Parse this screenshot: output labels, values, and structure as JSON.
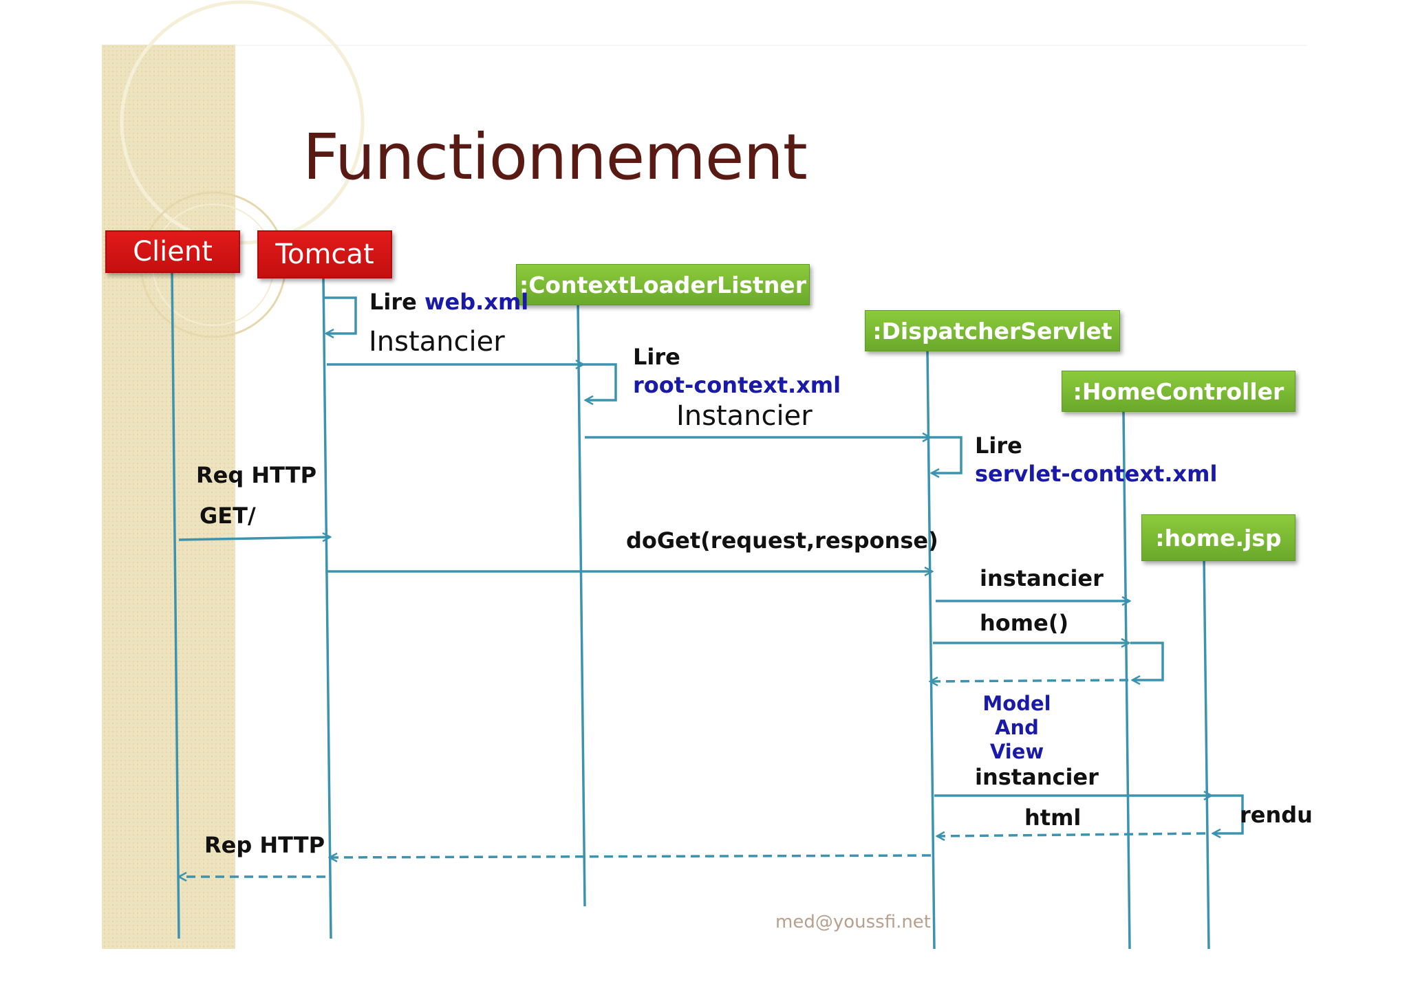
{
  "title": "Functionnement",
  "lifelines": {
    "client": "Client",
    "tomcat": "Tomcat",
    "context_loader": ":ContextLoaderListner",
    "dispatcher": ":DispatcherServlet",
    "home_controller": ":HomeController",
    "home_jsp": ":home.jsp"
  },
  "messages": {
    "lire1": "Lire",
    "web_xml": "web.xml",
    "instancier1": "Instancier",
    "lire2": "Lire",
    "root_context": "root-context.xml",
    "instancier2": "Instancier",
    "lire3": "Lire",
    "servlet_context": "servlet-context.xml",
    "req_http": "Req HTTP",
    "get": "GET/",
    "doget": "doGet(request,response)",
    "instancier3": "instancier",
    "home": "home()",
    "model_and_view": [
      "Model",
      "And",
      "View"
    ],
    "instancier4": "instancier",
    "rendu": "rendu",
    "html": "html",
    "rep_http": "Rep HTTP"
  },
  "footer": "med@youssfi.net",
  "colors": {
    "title": "#5a1a14",
    "actor_box": "#d41414",
    "object_box": "#7bbb32",
    "lines": "#3b93b0",
    "link_text": "#1a1aa8",
    "sidebar": "#ece0b8"
  }
}
